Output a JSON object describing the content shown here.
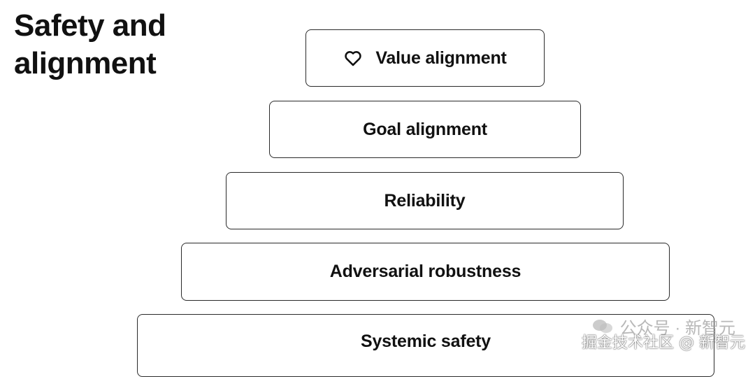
{
  "title": {
    "line1": "Safety and",
    "line2": "alignment"
  },
  "pyramid": {
    "levels": [
      {
        "label": "Value alignment",
        "icon": "heart-icon"
      },
      {
        "label": "Goal alignment"
      },
      {
        "label": "Reliability"
      },
      {
        "label": "Adversarial robustness"
      },
      {
        "label": "Systemic safety"
      }
    ]
  },
  "watermark": {
    "wechat_line": "公众号 · 新智元",
    "site_line": "掘金技术社区 @ 新智元",
    "icon": "wechat-icon"
  }
}
